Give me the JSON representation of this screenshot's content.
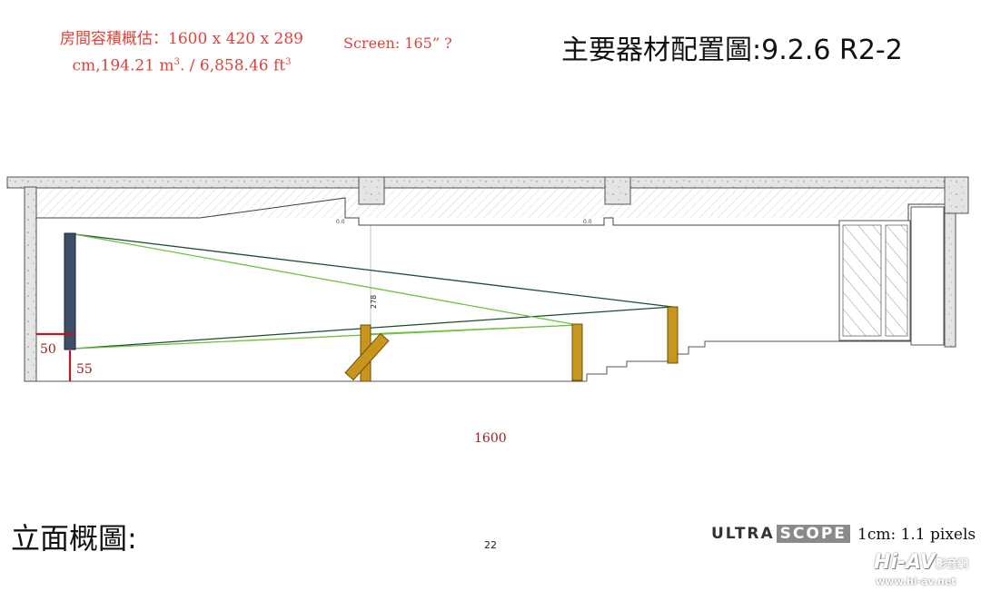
{
  "header": {
    "room_info_line1": "房間容積概估：1600 x 420 x 289",
    "room_info_line2a": "cm,194.21 m",
    "room_info_sup1": "3",
    "room_info_line2b": ". / 6,858.46 ft",
    "room_info_sup2": "3",
    "screen_note": "Screen: 165” ?",
    "title": "主要器材配置圖:9.2.6 R2-2"
  },
  "diagram": {
    "dim_50": "50",
    "dim_55": "55",
    "dim_278": "278",
    "width_label": "1600",
    "ceiling_tag": "0.0",
    "colors": {
      "screen": "#3c4f6b",
      "speaker": "#c8961e",
      "ray_dark": "#1e4d2b",
      "ray_light": "#6cc23a",
      "dimension": "#c0161b"
    }
  },
  "footer": {
    "section_title": "立面概圖:",
    "page_number": "22",
    "brand_a": "ULTRA",
    "brand_b": "SCOPE",
    "scale_note": "1cm: 1.1 pixels",
    "watermark_1": "Hi-AV",
    "watermark_2": "影音網",
    "watermark_url": "www.hi-av.net"
  }
}
